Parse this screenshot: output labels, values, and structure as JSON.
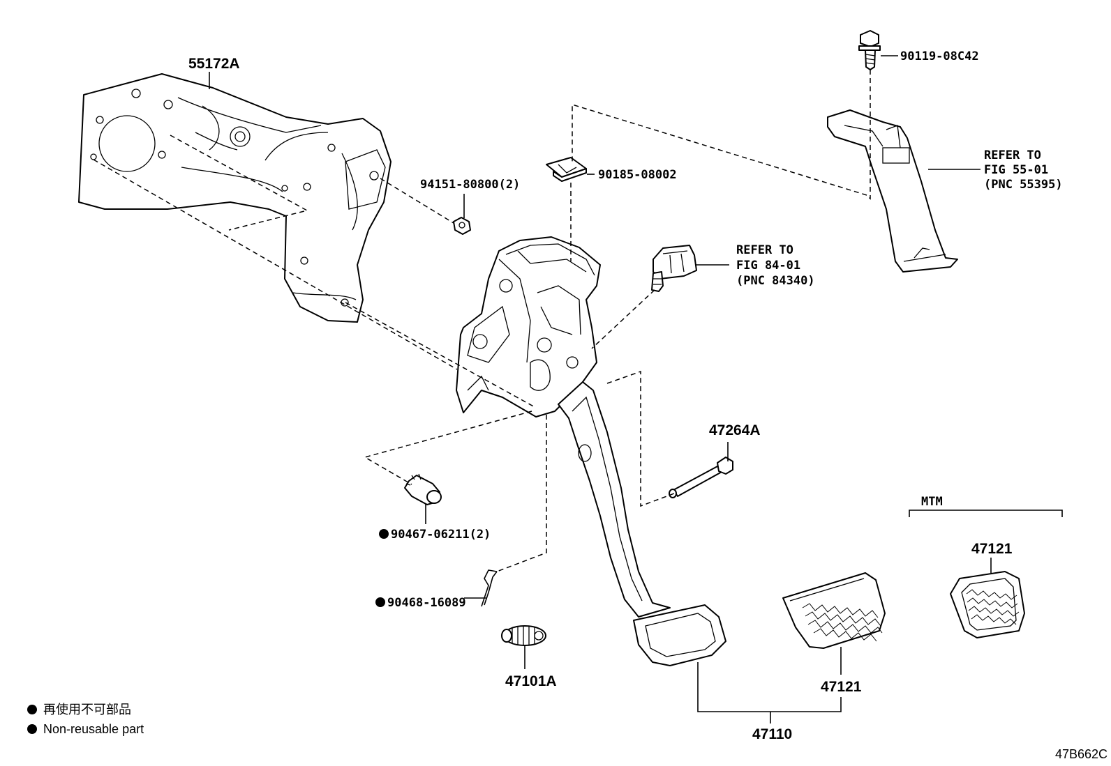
{
  "labels": {
    "p55172A": "55172A",
    "p90119": "90119-08C42",
    "p90185": "90185-08002",
    "p94151": "94151-80800(2)",
    "refer1_l1": "REFER TO",
    "refer1_l2": "FIG 55-01",
    "refer1_l3": "(PNC 55395)",
    "refer2_l1": "REFER TO",
    "refer2_l2": "FIG 84-01",
    "refer2_l3": "(PNC 84340)",
    "p47264A": "47264A",
    "mtm": "MTM",
    "p47121_mtm": "47121",
    "p90467": "90467-06211(2)",
    "p90468": "90468-16089",
    "p47101A": "47101A",
    "p47121": "47121",
    "p47110": "47110",
    "figure_code": "47B662C"
  },
  "legend": {
    "jp": "再使用不可部品",
    "en": "Non-reusable part"
  }
}
